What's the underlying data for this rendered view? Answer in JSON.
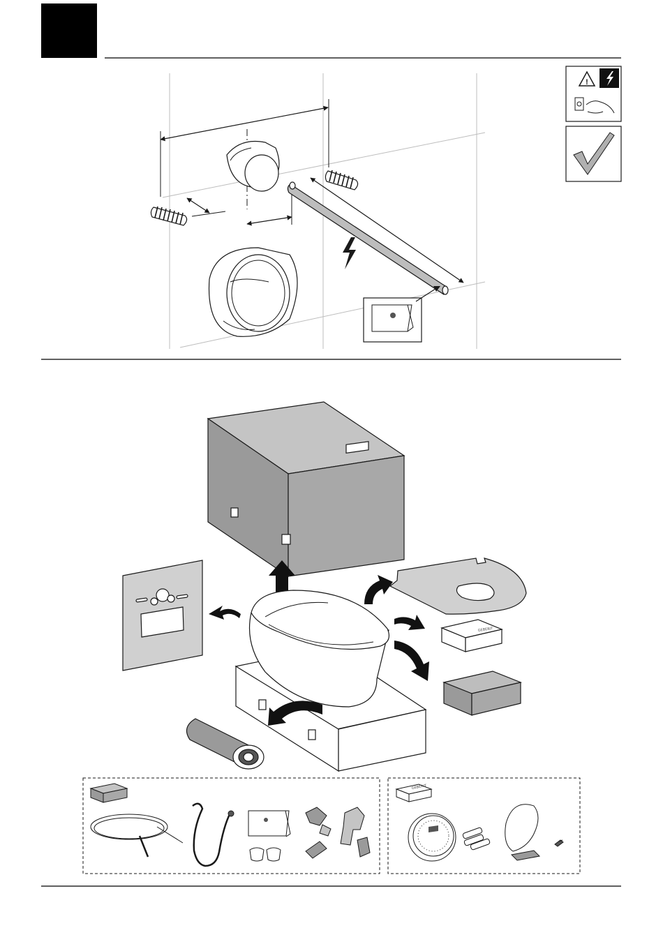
{
  "page": {
    "step_number": "",
    "colors": {
      "ink": "#1a1a1a",
      "box_fill": "#9a9a9a",
      "panel_fill": "#d0d0d0",
      "wall_line": "#bdbdbd",
      "icon_fill": "#111111"
    }
  },
  "section_top": {
    "warning_icons": [
      "warning-triangle-icon",
      "electric-hazard-icon",
      "unplug-icon"
    ],
    "check_icon": "checkmark-icon"
  },
  "section_bottom": {
    "packaging": "shipping-box",
    "small_box_label": "GEBERIT",
    "remote_box_label": "GEBERIT"
  }
}
